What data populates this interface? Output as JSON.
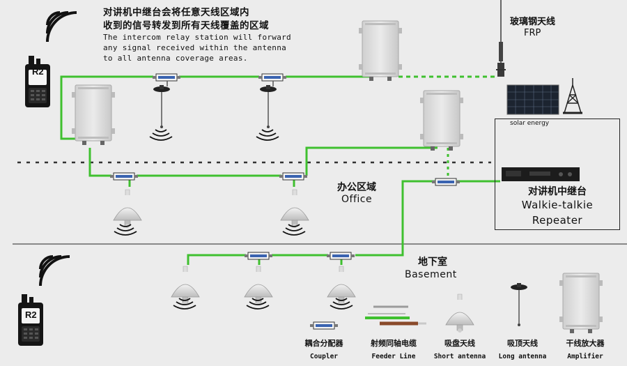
{
  "description": {
    "cn_line1": "对讲机中继台会将任意天线区域内",
    "cn_line2": "收到的信号转发到所有天线覆盖的区域",
    "en_line1": "The intercom relay station will forward",
    "en_line2": "any signal received within the antenna",
    "en_line3": "to all antenna coverage areas."
  },
  "radio_label": "R2",
  "frp": {
    "cn": "玻璃钢天线",
    "en": "FRP"
  },
  "solar": {
    "en": "solar energy"
  },
  "repeater": {
    "cn": "对讲机中继台",
    "en_line1": "Walkie-talkie",
    "en_line2": "Repeater"
  },
  "office": {
    "cn": "办公区域",
    "en": "Office"
  },
  "basement": {
    "cn": "地下室",
    "en": "Basement"
  },
  "legend": [
    {
      "cn": "耦合分配器",
      "en": "Coupler"
    },
    {
      "cn": "射频同轴电缆",
      "en": "Feeder Line"
    },
    {
      "cn": "吸盘天线",
      "en": "Short antenna"
    },
    {
      "cn": "吸顶天线",
      "en": "Long antenna"
    },
    {
      "cn": "干线放大器",
      "en": "Amplifier"
    }
  ],
  "colors": {
    "cable": "#3fc02f",
    "background": "#ececec",
    "box": "#d9d9d9",
    "dark": "#1a1a1a"
  }
}
